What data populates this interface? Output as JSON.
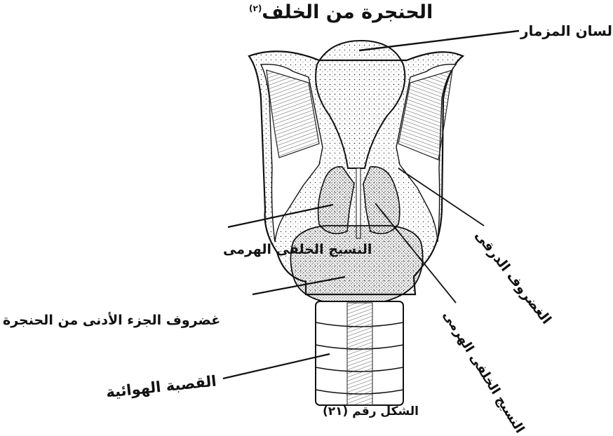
{
  "title": "الحنجرة من الخلف",
  "title_ref": "(٢)",
  "labels": {
    "epiglottis": "لسان المزمار",
    "thyroid_cartilage": "الغضروف الدرقى",
    "arytenoid_left": "النسيج الخلفى الهرمى",
    "arytenoid_right": "النسيج الخلفى الهرمى",
    "cricoid_cartilage": "غضروف الجزء الأدنى من الحنجرة",
    "trachea": "القصبة الهوائية"
  },
  "caption": "الشكل رقم (٢١)"
}
